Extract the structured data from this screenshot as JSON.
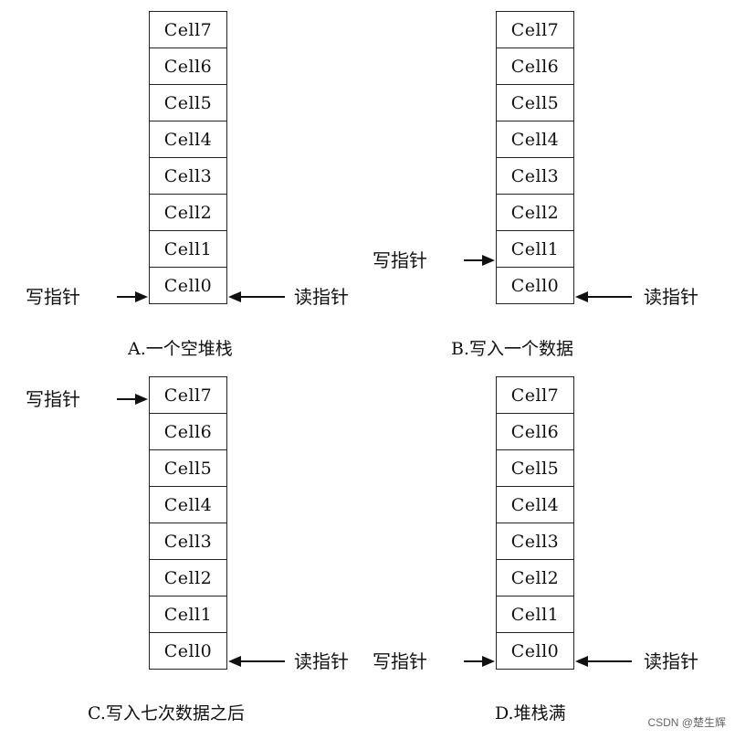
{
  "panels": [
    {
      "id": "A",
      "caption_letter": "A.",
      "caption_text": "一个空堆栈",
      "cells": [
        "Cell7",
        "Cell6",
        "Cell5",
        "Cell4",
        "Cell3",
        "Cell2",
        "Cell1",
        "Cell0"
      ],
      "write_pointer": {
        "label": "写指针",
        "cell": "Cell0"
      },
      "read_pointer": {
        "label": "读指针",
        "cell": "Cell0"
      }
    },
    {
      "id": "B",
      "caption_letter": "B.",
      "caption_text": "写入一个数据",
      "cells": [
        "Cell7",
        "Cell6",
        "Cell5",
        "Cell4",
        "Cell3",
        "Cell2",
        "Cell1",
        "Cell0"
      ],
      "write_pointer": {
        "label": "写指针",
        "cell": "Cell1"
      },
      "read_pointer": {
        "label": "读指针",
        "cell": "Cell0"
      }
    },
    {
      "id": "C",
      "caption_letter": "C.",
      "caption_text": "写入七次数据之后",
      "cells": [
        "Cell7",
        "Cell6",
        "Cell5",
        "Cell4",
        "Cell3",
        "Cell2",
        "Cell1",
        "Cell0"
      ],
      "write_pointer": {
        "label": "写指针",
        "cell": "Cell7"
      },
      "read_pointer": {
        "label": "读指针",
        "cell": "Cell0"
      }
    },
    {
      "id": "D",
      "caption_letter": "D.",
      "caption_text": "堆栈满",
      "cells": [
        "Cell7",
        "Cell6",
        "Cell5",
        "Cell4",
        "Cell3",
        "Cell2",
        "Cell1",
        "Cell0"
      ],
      "write_pointer": {
        "label": "写指针",
        "cell": "Cell0"
      },
      "read_pointer": {
        "label": "读指针",
        "cell": "Cell0"
      }
    }
  ],
  "watermark": "CSDN @楚生辉"
}
